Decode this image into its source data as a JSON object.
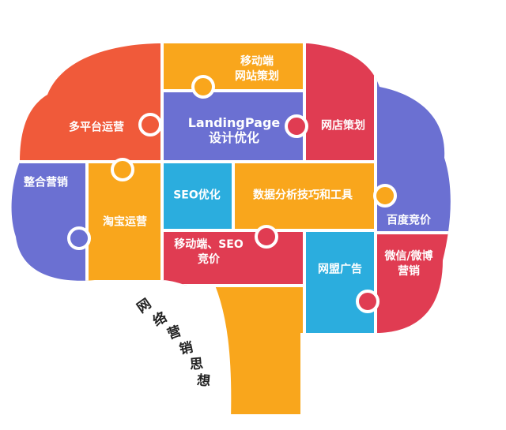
{
  "title": "网络营销思想",
  "colors": {
    "red_orange": "#f05a3a",
    "orange": "#f9a61c",
    "red": "#e03c52",
    "purple": "#6b70d2",
    "cyan": "#2badde",
    "stem": "#f9a61c"
  },
  "pieces": [
    {
      "id": "multi-platform",
      "lines": [
        "多平台运营"
      ]
    },
    {
      "id": "mobile-site",
      "lines": [
        "移动端",
        "网站策划"
      ]
    },
    {
      "id": "landing-page",
      "lines": [
        "LandingPage",
        "设计优化"
      ]
    },
    {
      "id": "shop-planning",
      "lines": [
        "网店策划"
      ]
    },
    {
      "id": "integrated-marketing",
      "lines": [
        "整合营销"
      ]
    },
    {
      "id": "taobao",
      "lines": [
        "淘宝运营"
      ]
    },
    {
      "id": "seo",
      "lines": [
        "SEO优化"
      ]
    },
    {
      "id": "data-analysis",
      "lines": [
        "数据分析技巧和工具"
      ]
    },
    {
      "id": "baidu",
      "lines": [
        "百度竞价"
      ]
    },
    {
      "id": "mobile-seo",
      "lines": [
        "移动端、SEO",
        "竞价"
      ]
    },
    {
      "id": "alliance-ads",
      "lines": [
        "网盟广告"
      ]
    },
    {
      "id": "wechat-weibo",
      "lines": [
        "微信/微博",
        "营销"
      ]
    }
  ]
}
